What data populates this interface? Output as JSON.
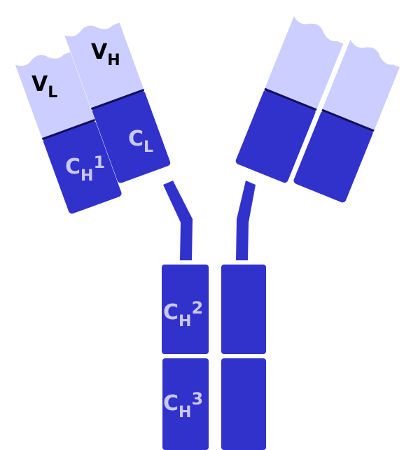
{
  "colors": {
    "variable_region": "#ccceff",
    "constant_region": "#3131cc",
    "region_edge": "#10105a",
    "dark_label": "#000000",
    "light_label": "#c8c8f0"
  },
  "labels": {
    "vl": {
      "main": "V",
      "sub": "L"
    },
    "vh": {
      "main": "V",
      "sub": "H"
    },
    "cl": {
      "main": "C",
      "sub": "L"
    },
    "ch1": {
      "main": "C",
      "sub": "H",
      "sup": "1"
    },
    "ch2": {
      "main": "C",
      "sub": "H",
      "sup": "2"
    },
    "ch3": {
      "main": "C",
      "sub": "H",
      "sup": "3"
    }
  }
}
